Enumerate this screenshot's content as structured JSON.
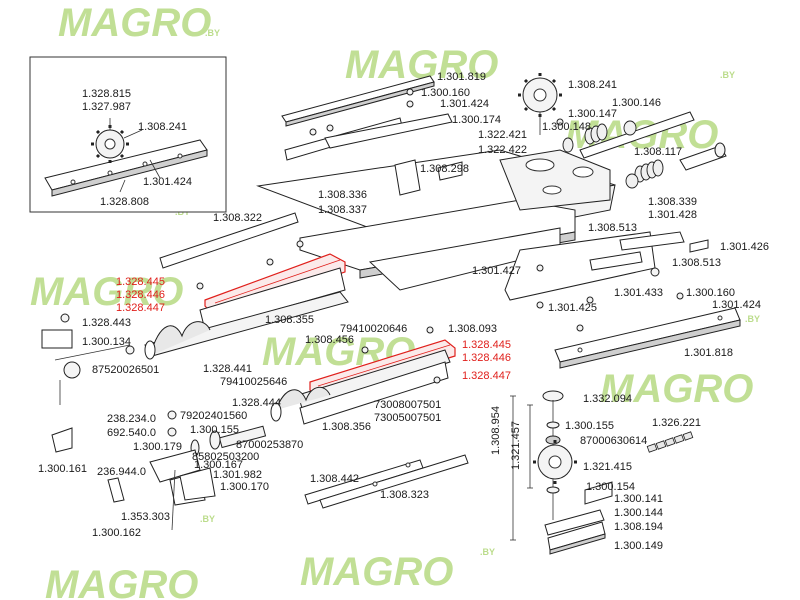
{
  "watermark": {
    "brand": "MAGRO",
    "suffix": ".BY"
  },
  "labels": [
    {
      "text": "1.328.815",
      "hl": false
    },
    {
      "text": "1.327.987",
      "hl": false
    },
    {
      "text": "1.308.241",
      "hl": false
    },
    {
      "text": "1.301.424",
      "hl": false
    },
    {
      "text": "1.328.808",
      "hl": false
    },
    {
      "text": "1.301.819",
      "hl": false
    },
    {
      "text": "1.300.160",
      "hl": false
    },
    {
      "text": "1.301.424",
      "hl": false
    },
    {
      "text": "1.300.174",
      "hl": false
    },
    {
      "text": "1.322.421",
      "hl": false
    },
    {
      "text": "1.322.422",
      "hl": false
    },
    {
      "text": "1.308.298",
      "hl": false
    },
    {
      "text": "1.308.336",
      "hl": false
    },
    {
      "text": "1.308.337",
      "hl": false
    },
    {
      "text": "1.308.241",
      "hl": false
    },
    {
      "text": "1.300.146",
      "hl": false
    },
    {
      "text": "1.300.147",
      "hl": false
    },
    {
      "text": "1.300.148",
      "hl": false
    },
    {
      "text": "1.308.117",
      "hl": false
    },
    {
      "text": "1.308.339",
      "hl": false
    },
    {
      "text": "1.301.428",
      "hl": false
    },
    {
      "text": "1.308.513",
      "hl": false
    },
    {
      "text": "1.301.426",
      "hl": false
    },
    {
      "text": "1.308.513",
      "hl": false
    },
    {
      "text": "1.301.427",
      "hl": false
    },
    {
      "text": "1.301.433",
      "hl": false
    },
    {
      "text": "1.300.160",
      "hl": false
    },
    {
      "text": "1.301.424",
      "hl": false
    },
    {
      "text": "1.301.425",
      "hl": false
    },
    {
      "text": "1.301.818",
      "hl": false
    },
    {
      "text": "1.308.322",
      "hl": false
    },
    {
      "text": "1.328.445",
      "hl": true
    },
    {
      "text": "1.328.446",
      "hl": true
    },
    {
      "text": "1.328.447",
      "hl": true
    },
    {
      "text": "1.328.443",
      "hl": false
    },
    {
      "text": "1.300.134",
      "hl": false
    },
    {
      "text": "87520026501",
      "hl": false
    },
    {
      "text": "1.308.355",
      "hl": false
    },
    {
      "text": "1.328.441",
      "hl": false
    },
    {
      "text": "79410020646",
      "hl": false
    },
    {
      "text": "1.308.093",
      "hl": false
    },
    {
      "text": "1.308.456",
      "hl": false
    },
    {
      "text": "1.328.445",
      "hl": true
    },
    {
      "text": "1.328.446",
      "hl": true
    },
    {
      "text": "1.328.447",
      "hl": true
    },
    {
      "text": "79410025646",
      "hl": false
    },
    {
      "text": "1.328.444",
      "hl": false
    },
    {
      "text": "73008007501",
      "hl": false
    },
    {
      "text": "73005007501",
      "hl": false
    },
    {
      "text": "238.234.0",
      "hl": false
    },
    {
      "text": "79202401560",
      "hl": false
    },
    {
      "text": "692.540.0",
      "hl": false
    },
    {
      "text": "1.300.155",
      "hl": false
    },
    {
      "text": "87000253870",
      "hl": false
    },
    {
      "text": "1.308.356",
      "hl": false
    },
    {
      "text": "1.300.179",
      "hl": false
    },
    {
      "text": "85802503200",
      "hl": false
    },
    {
      "text": "1.300.161",
      "hl": false
    },
    {
      "text": "236.944.0",
      "hl": false
    },
    {
      "text": "1.300.167",
      "hl": false
    },
    {
      "text": "1.301.982",
      "hl": false
    },
    {
      "text": "1.300.170",
      "hl": false
    },
    {
      "text": "1.353.303",
      "hl": false
    },
    {
      "text": "1.300.162",
      "hl": false
    },
    {
      "text": "1.308.442",
      "hl": false
    },
    {
      "text": "1.308.323",
      "hl": false
    },
    {
      "text": "1.332.094",
      "hl": false
    },
    {
      "text": "1.300.155",
      "hl": false
    },
    {
      "text": "87000630614",
      "hl": false
    },
    {
      "text": "1.326.221",
      "hl": false
    },
    {
      "text": "1.308.954",
      "hl": false
    },
    {
      "text": "1.321.457",
      "hl": false
    },
    {
      "text": "1.321.415",
      "hl": false
    },
    {
      "text": "1.300.154",
      "hl": false
    },
    {
      "text": "1.300.141",
      "hl": false
    },
    {
      "text": "1.300.144",
      "hl": false
    },
    {
      "text": "1.308.194",
      "hl": false
    },
    {
      "text": "1.300.149",
      "hl": false
    }
  ]
}
